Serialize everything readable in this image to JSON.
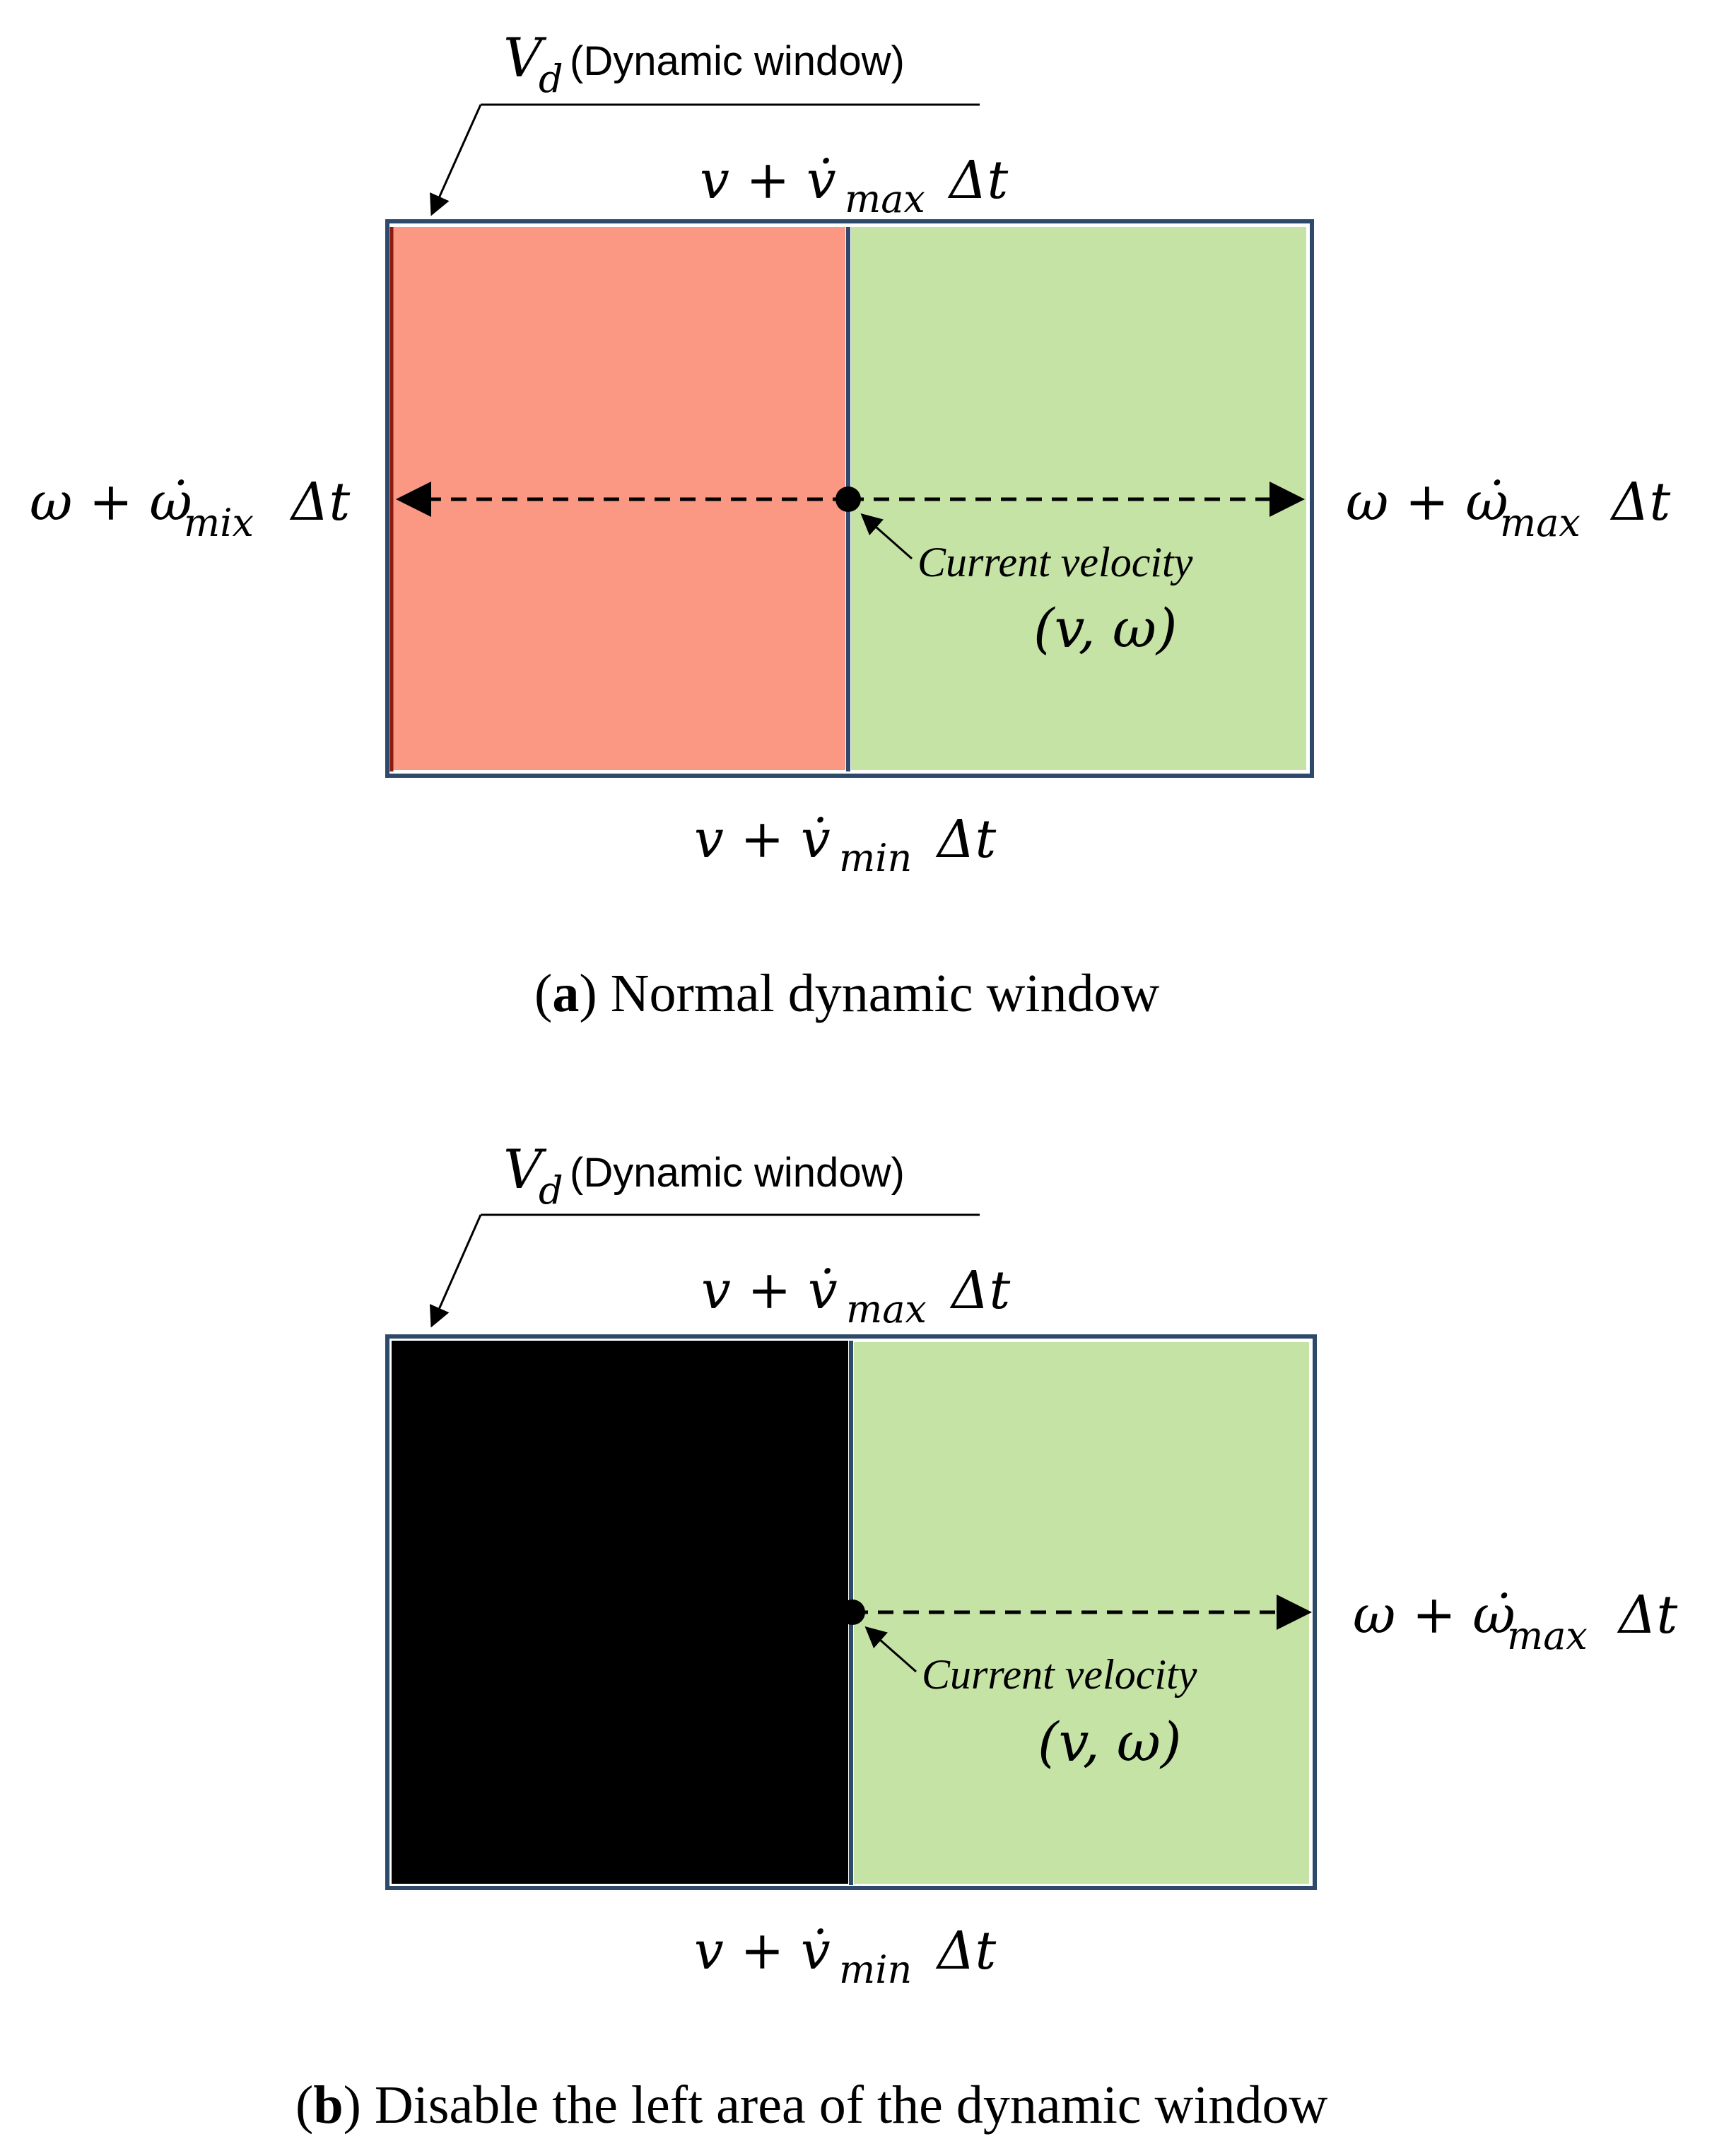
{
  "panels": [
    {
      "id": "a",
      "title_letter": "a",
      "title_text": " Normal dynamic window",
      "window_label_symbol": "V",
      "window_label_sub": "d",
      "window_label_text": "(Dynamic window)",
      "top_label_main": "v + v̇",
      "top_label_sub": "max",
      "top_label_tail": "Δt",
      "bottom_label_main": "v + v̇",
      "bottom_label_sub": "min",
      "bottom_label_tail": "Δt",
      "left_label_main": "ω + ω̇",
      "left_label_sub": "mix",
      "left_label_tail": "Δt",
      "right_label_main": "ω + ω̇",
      "right_label_sub": "max",
      "right_label_tail": "Δt",
      "current_velocity_label": "Current velocity",
      "current_velocity_tuple": "(v, ω)",
      "left_region_color": "#fb9883",
      "right_region_color": "#c6e3a6"
    },
    {
      "id": "b",
      "title_letter": "b",
      "title_text": " Disable the left area of the dynamic window",
      "window_label_symbol": "V",
      "window_label_sub": "d",
      "window_label_text": "(Dynamic window)",
      "top_label_main": "v + v̇",
      "top_label_sub": "max",
      "top_label_tail": "Δt",
      "bottom_label_main": "v + v̇",
      "bottom_label_sub": "min",
      "bottom_label_tail": "Δt",
      "right_label_main": "ω + ω̇",
      "right_label_sub": "max",
      "right_label_tail": "Δt",
      "current_velocity_label": "Current velocity",
      "current_velocity_tuple": "(v, ω)",
      "left_region_color": "#000000",
      "right_region_color": "#c6e3a6"
    }
  ],
  "border_color": "#2e4a6b"
}
